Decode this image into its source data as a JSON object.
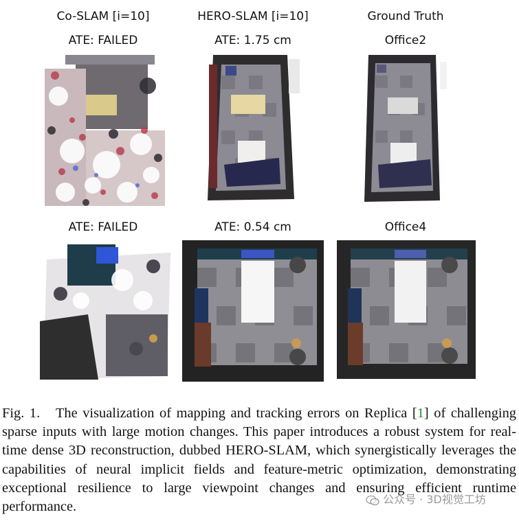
{
  "figure": {
    "columns": [
      {
        "method": "Co-SLAM [i=10]"
      },
      {
        "method": "HERO-SLAM [i=10]"
      },
      {
        "method": "Ground Truth"
      }
    ],
    "rows": [
      {
        "scene": "Office2",
        "labels": [
          "ATE: FAILED",
          "ATE: 1.75 cm",
          "Office2"
        ]
      },
      {
        "scene": "Office4",
        "labels": [
          "ATE: FAILED",
          "ATE: 0.54 cm",
          "Office4"
        ]
      }
    ]
  },
  "caption": {
    "prefix": "Fig. 1.",
    "text_before_ref": "The visualization of mapping and tracking errors on Replica [",
    "ref": "1",
    "text_after_ref": "] of challenging sparse inputs with large motion changes. This paper introduces a robust system for real-time dense 3D reconstruction, dubbed HERO-SLAM, which synergistically leverages the capabilities of neural implicit fields and feature-metric optimization, demonstrating exceptional resilience to large viewpoint changes and ensuring efficient runtime performance."
  },
  "watermark": {
    "text": "公众号 · 3D视觉工坊",
    "icon": "wechat-icon"
  }
}
